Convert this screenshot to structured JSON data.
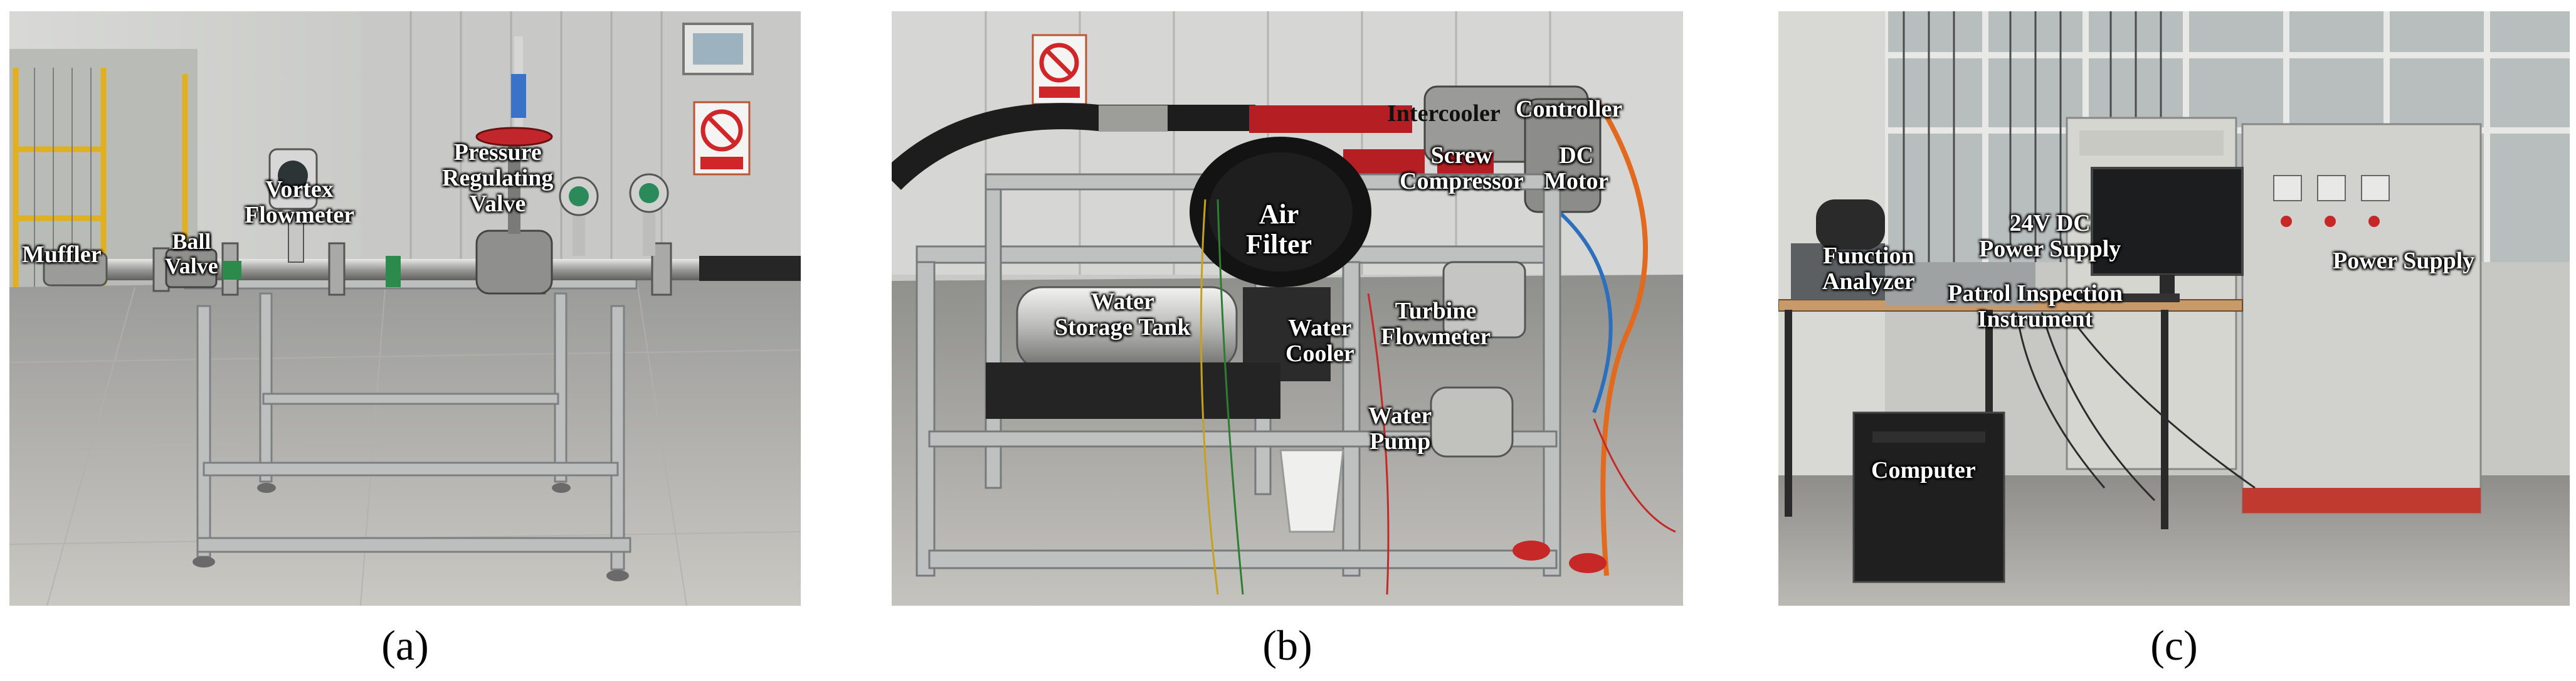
{
  "panels": [
    {
      "caption": "(a)",
      "labels": {
        "muffler": "Muffler",
        "ball_valve": "Ball\nValve",
        "vortex_flowmeter": "Vortex\nFlowmeter",
        "pressure_valve": "Pressure\nRegulating\nValve"
      }
    },
    {
      "caption": "(b)",
      "labels": {
        "intercooler": "Intercooler",
        "controller": "Controller",
        "screw_compressor": "Screw\nCompressor",
        "dc_motor": "DC\nMotor",
        "air_filter": "Air\nFilter",
        "water_storage_tank": "Water\nStorage Tank",
        "water_cooler": "Water\nCooler",
        "turbine_flowmeter": "Turbine\nFlowmeter",
        "water_pump": "Water\nPump"
      }
    },
    {
      "caption": "(c)",
      "labels": {
        "function_analyzer": "Function\nAnalyzer",
        "dc_power_supply": "24V DC\nPower Supply",
        "patrol_instrument": "Patrol Inspection\nInstrument",
        "power_supply": "Power Supply",
        "computer": "Computer"
      }
    }
  ]
}
